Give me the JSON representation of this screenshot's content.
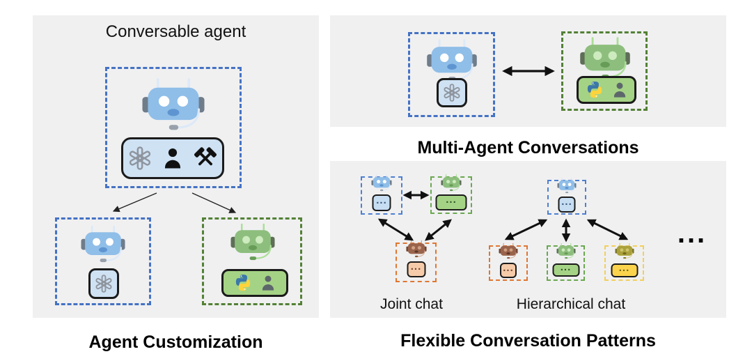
{
  "figure": {
    "left_panel": {
      "title": "Conversable agent",
      "caption": "Agent Customization"
    },
    "top_right_panel": {
      "caption": "Multi-Agent Conversations"
    },
    "bottom_right_panel": {
      "caption": "Flexible Conversation Patterns",
      "joint_chat_label": "Joint chat",
      "hierarchical_chat_label": "Hierarchical chat",
      "more_patterns_ellipsis": "..."
    },
    "chat_box_placeholder": "...",
    "icons": [
      "robot-icon",
      "openai-logo-icon",
      "person-icon",
      "crossed-hammers-icon",
      "python-logo-icon",
      "double-arrow-icon",
      "branch-arrow-icon",
      "ellipsis-icon"
    ],
    "colors": {
      "page_bg": "#ffffff",
      "panel_bg": "#f0f0f1",
      "blue_dash": "#4472c4",
      "green_dash": "#538135",
      "orange_dash": "#e0762f",
      "yellow_dash": "#f2cf5b",
      "robot_blue_head": "#8fbee8",
      "robot_green_head": "#8dbe7d",
      "robot_brown_head": "#9a644c",
      "robot_olive_head": "#aba13c",
      "badge_blue": "#cfe2f4",
      "badge_green": "#a5d385",
      "chat_blue": "#c6ddf2",
      "chat_orange": "#f6cba9",
      "chat_yellow": "#fbd34d",
      "python_blue": "#3b77a9",
      "python_yellow": "#ffd43b",
      "openai_gray": "#8f959e",
      "arrow": "#111111",
      "text": "#000000"
    }
  }
}
